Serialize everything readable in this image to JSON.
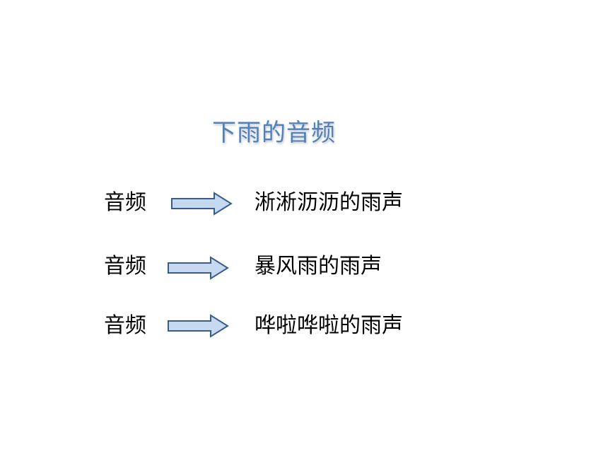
{
  "slide": {
    "title": "下雨的音频",
    "title_color": "#4f81bd",
    "arrow_fill": "#c6d9f1",
    "arrow_stroke": "#385d8a",
    "rows": [
      {
        "label": "音频",
        "arrow_icon": "right-arrow-icon",
        "description": "淅淅沥沥的雨声"
      },
      {
        "label": "音频",
        "arrow_icon": "right-arrow-icon",
        "description": "暴风雨的雨声"
      },
      {
        "label": "音频",
        "arrow_icon": "right-arrow-icon",
        "description": "哗啦哗啦的雨声"
      }
    ]
  }
}
